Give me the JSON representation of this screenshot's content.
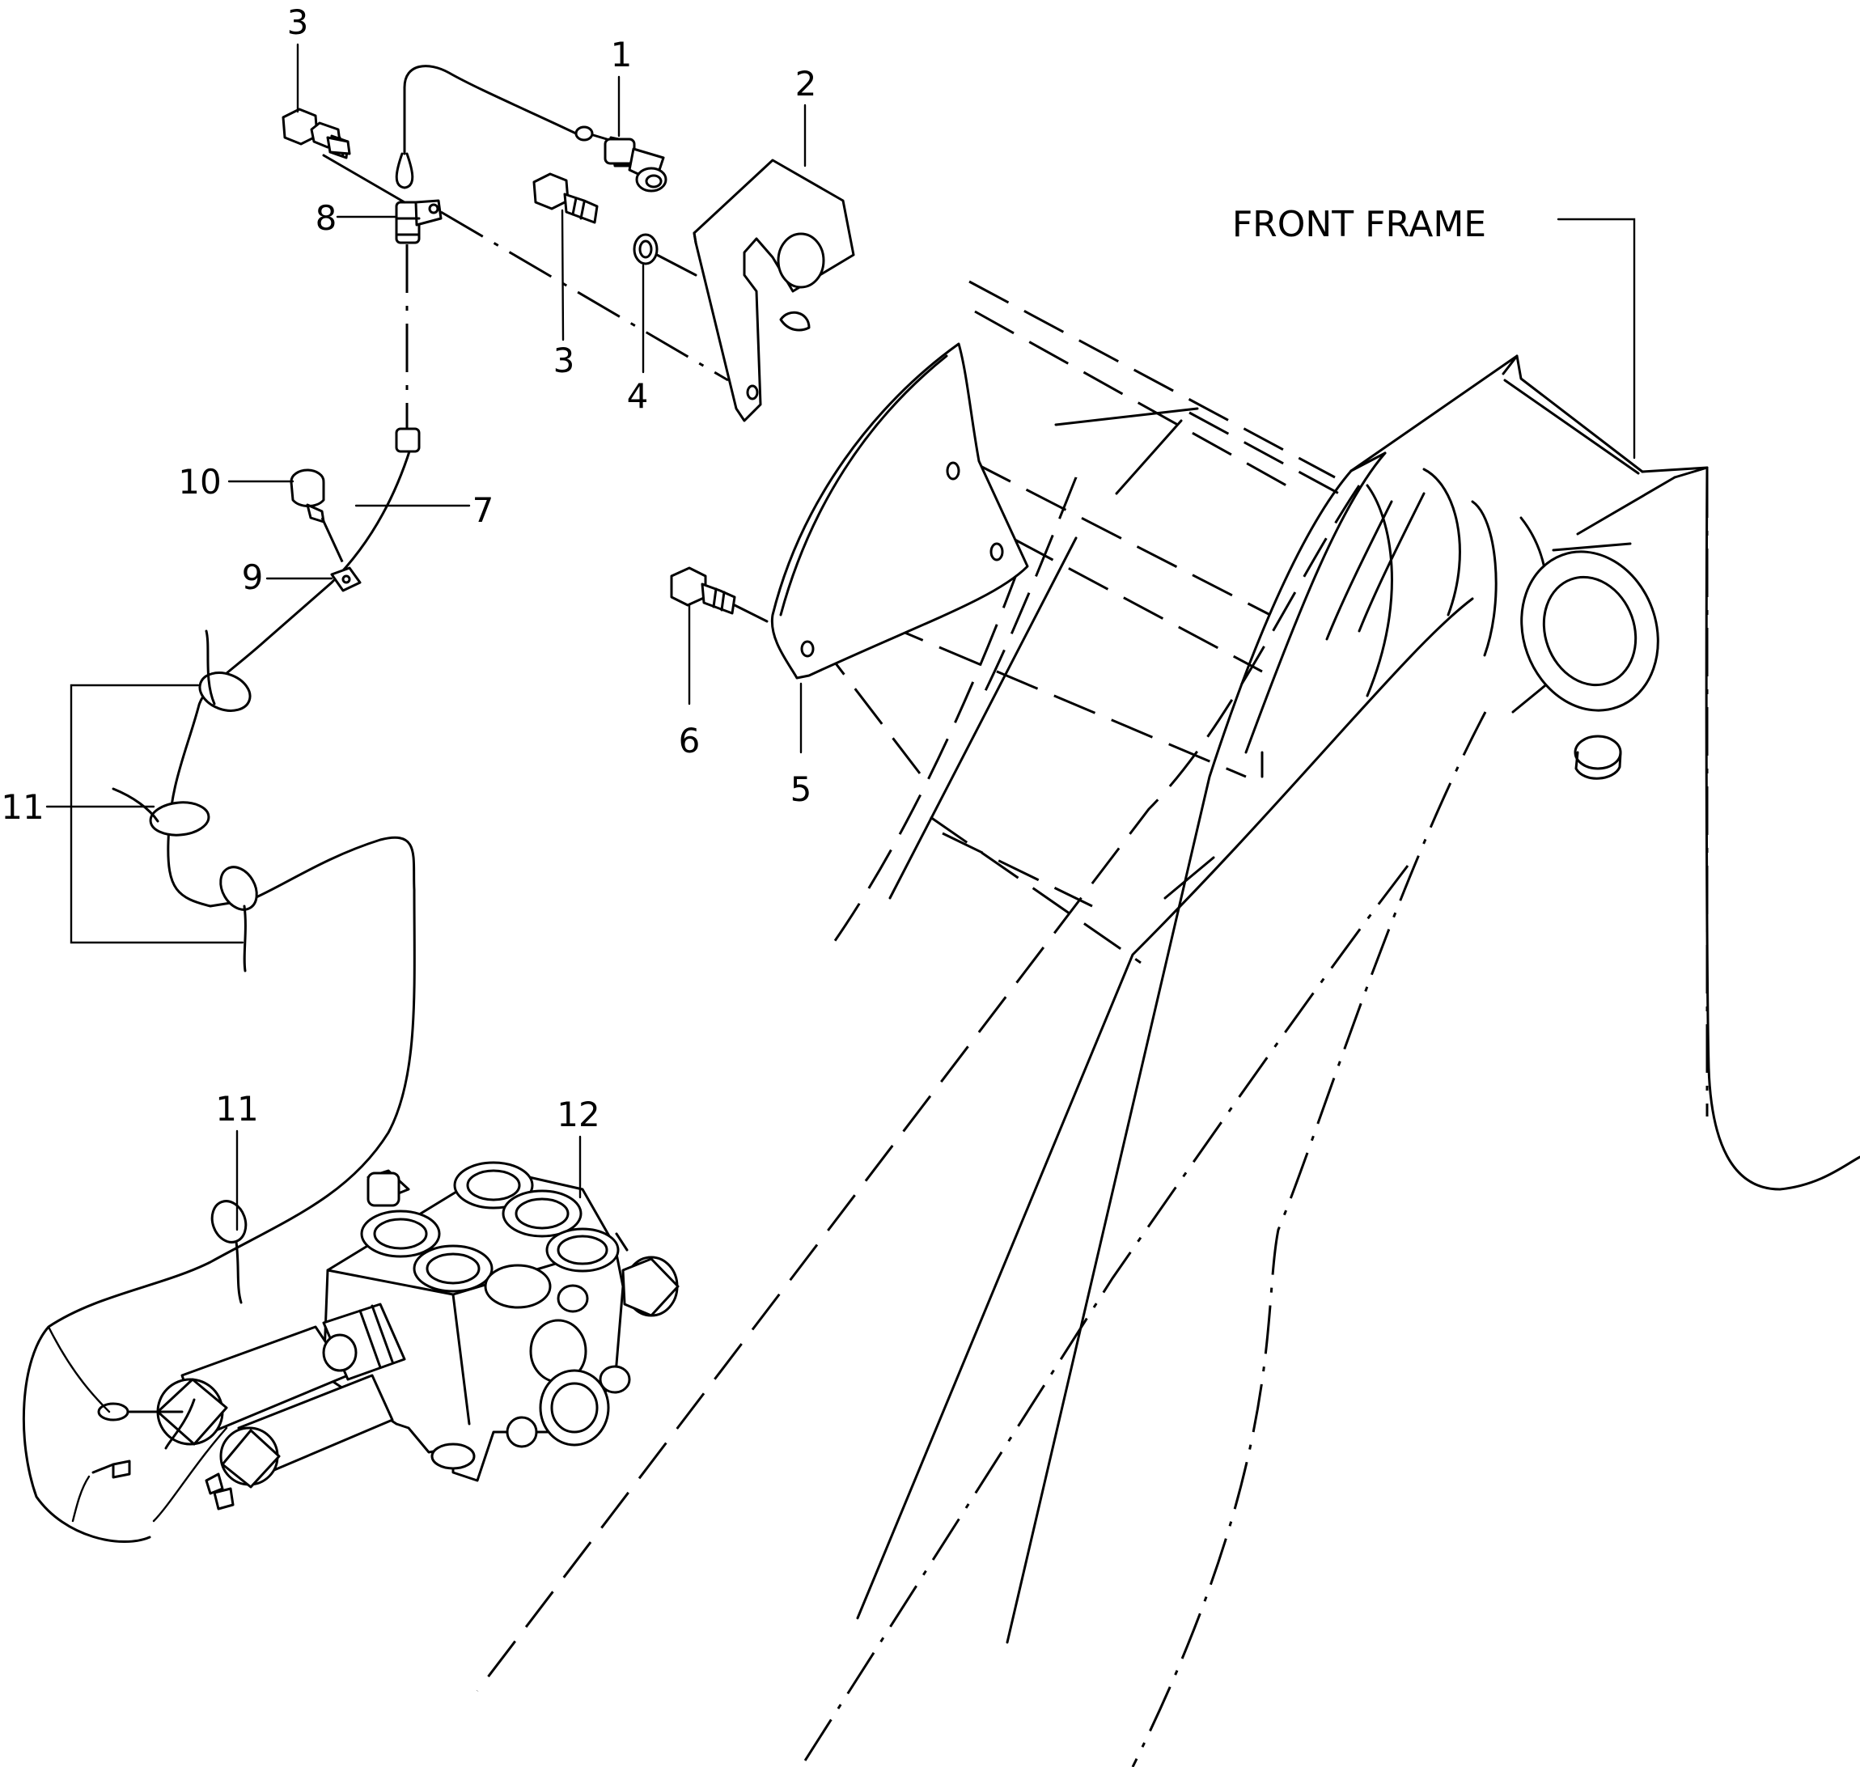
{
  "figure": {
    "frame_label": "FRONT FRAME",
    "callouts": {
      "c1": "1",
      "c2": "2",
      "c3a": "3",
      "c3b": "3",
      "c4": "4",
      "c5": "5",
      "c6": "6",
      "c7": "7",
      "c8": "8",
      "c9": "9",
      "c10": "10",
      "c11a": "11",
      "c11b": "11",
      "c12": "12"
    }
  }
}
